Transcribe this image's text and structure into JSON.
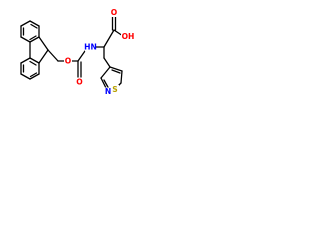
{
  "molecule": {
    "labels": {
      "nh": "HN",
      "o_ether": "O",
      "o_carbonyl": "O",
      "o_acid": "O",
      "oh": "OH",
      "n_ring": "N",
      "s_ring": "S"
    },
    "colors": {
      "bond": "#000000",
      "oxygen": "#ff0000",
      "nitrogen": "#0000ff",
      "sulfur": "#b8a000"
    }
  }
}
